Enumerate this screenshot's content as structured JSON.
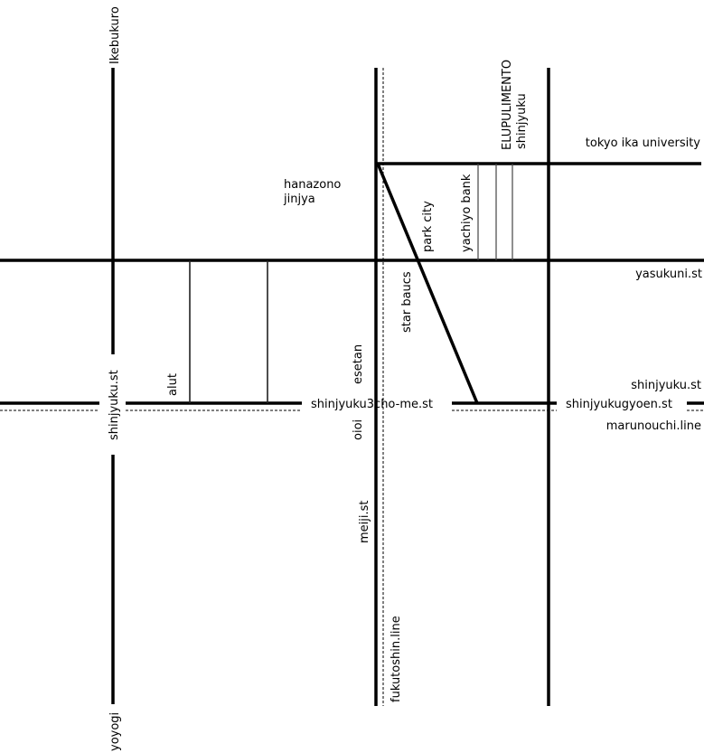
{
  "map": {
    "colors": {
      "road": "#000000",
      "background": "#ffffff"
    },
    "labels": {
      "ikebukuro": "Ikebukuro",
      "yoyogi": "yoyogi",
      "shinjyuku_st_vertical": "shinjyuku.st",
      "alut": "alut",
      "hanazono": "hanazono",
      "jinjya": "jinjya",
      "park_city": "park city",
      "star_baucs": "star baucs",
      "yachiyo_bank": "yachiyo bank",
      "elupulimento": "ELUPULIMENTO",
      "elupulimento_sub": "shinjyuku",
      "tokyo_ika_university": "tokyo ika university",
      "yasukuni_st": "yasukuni.st",
      "esetan": "esetan",
      "oioi": "oioi",
      "meiji_st": "meiji.st",
      "fukutoshin_line": "fukutoshin.line",
      "shinjyuku3chome_st": "shinjyuku3cho-me.st",
      "shinjyuku_st_right": "shinjyuku.st",
      "shinjyukugyoen_st": "shinjyukugyoen.st",
      "marunouchi_line": "marunouchi.line"
    }
  }
}
